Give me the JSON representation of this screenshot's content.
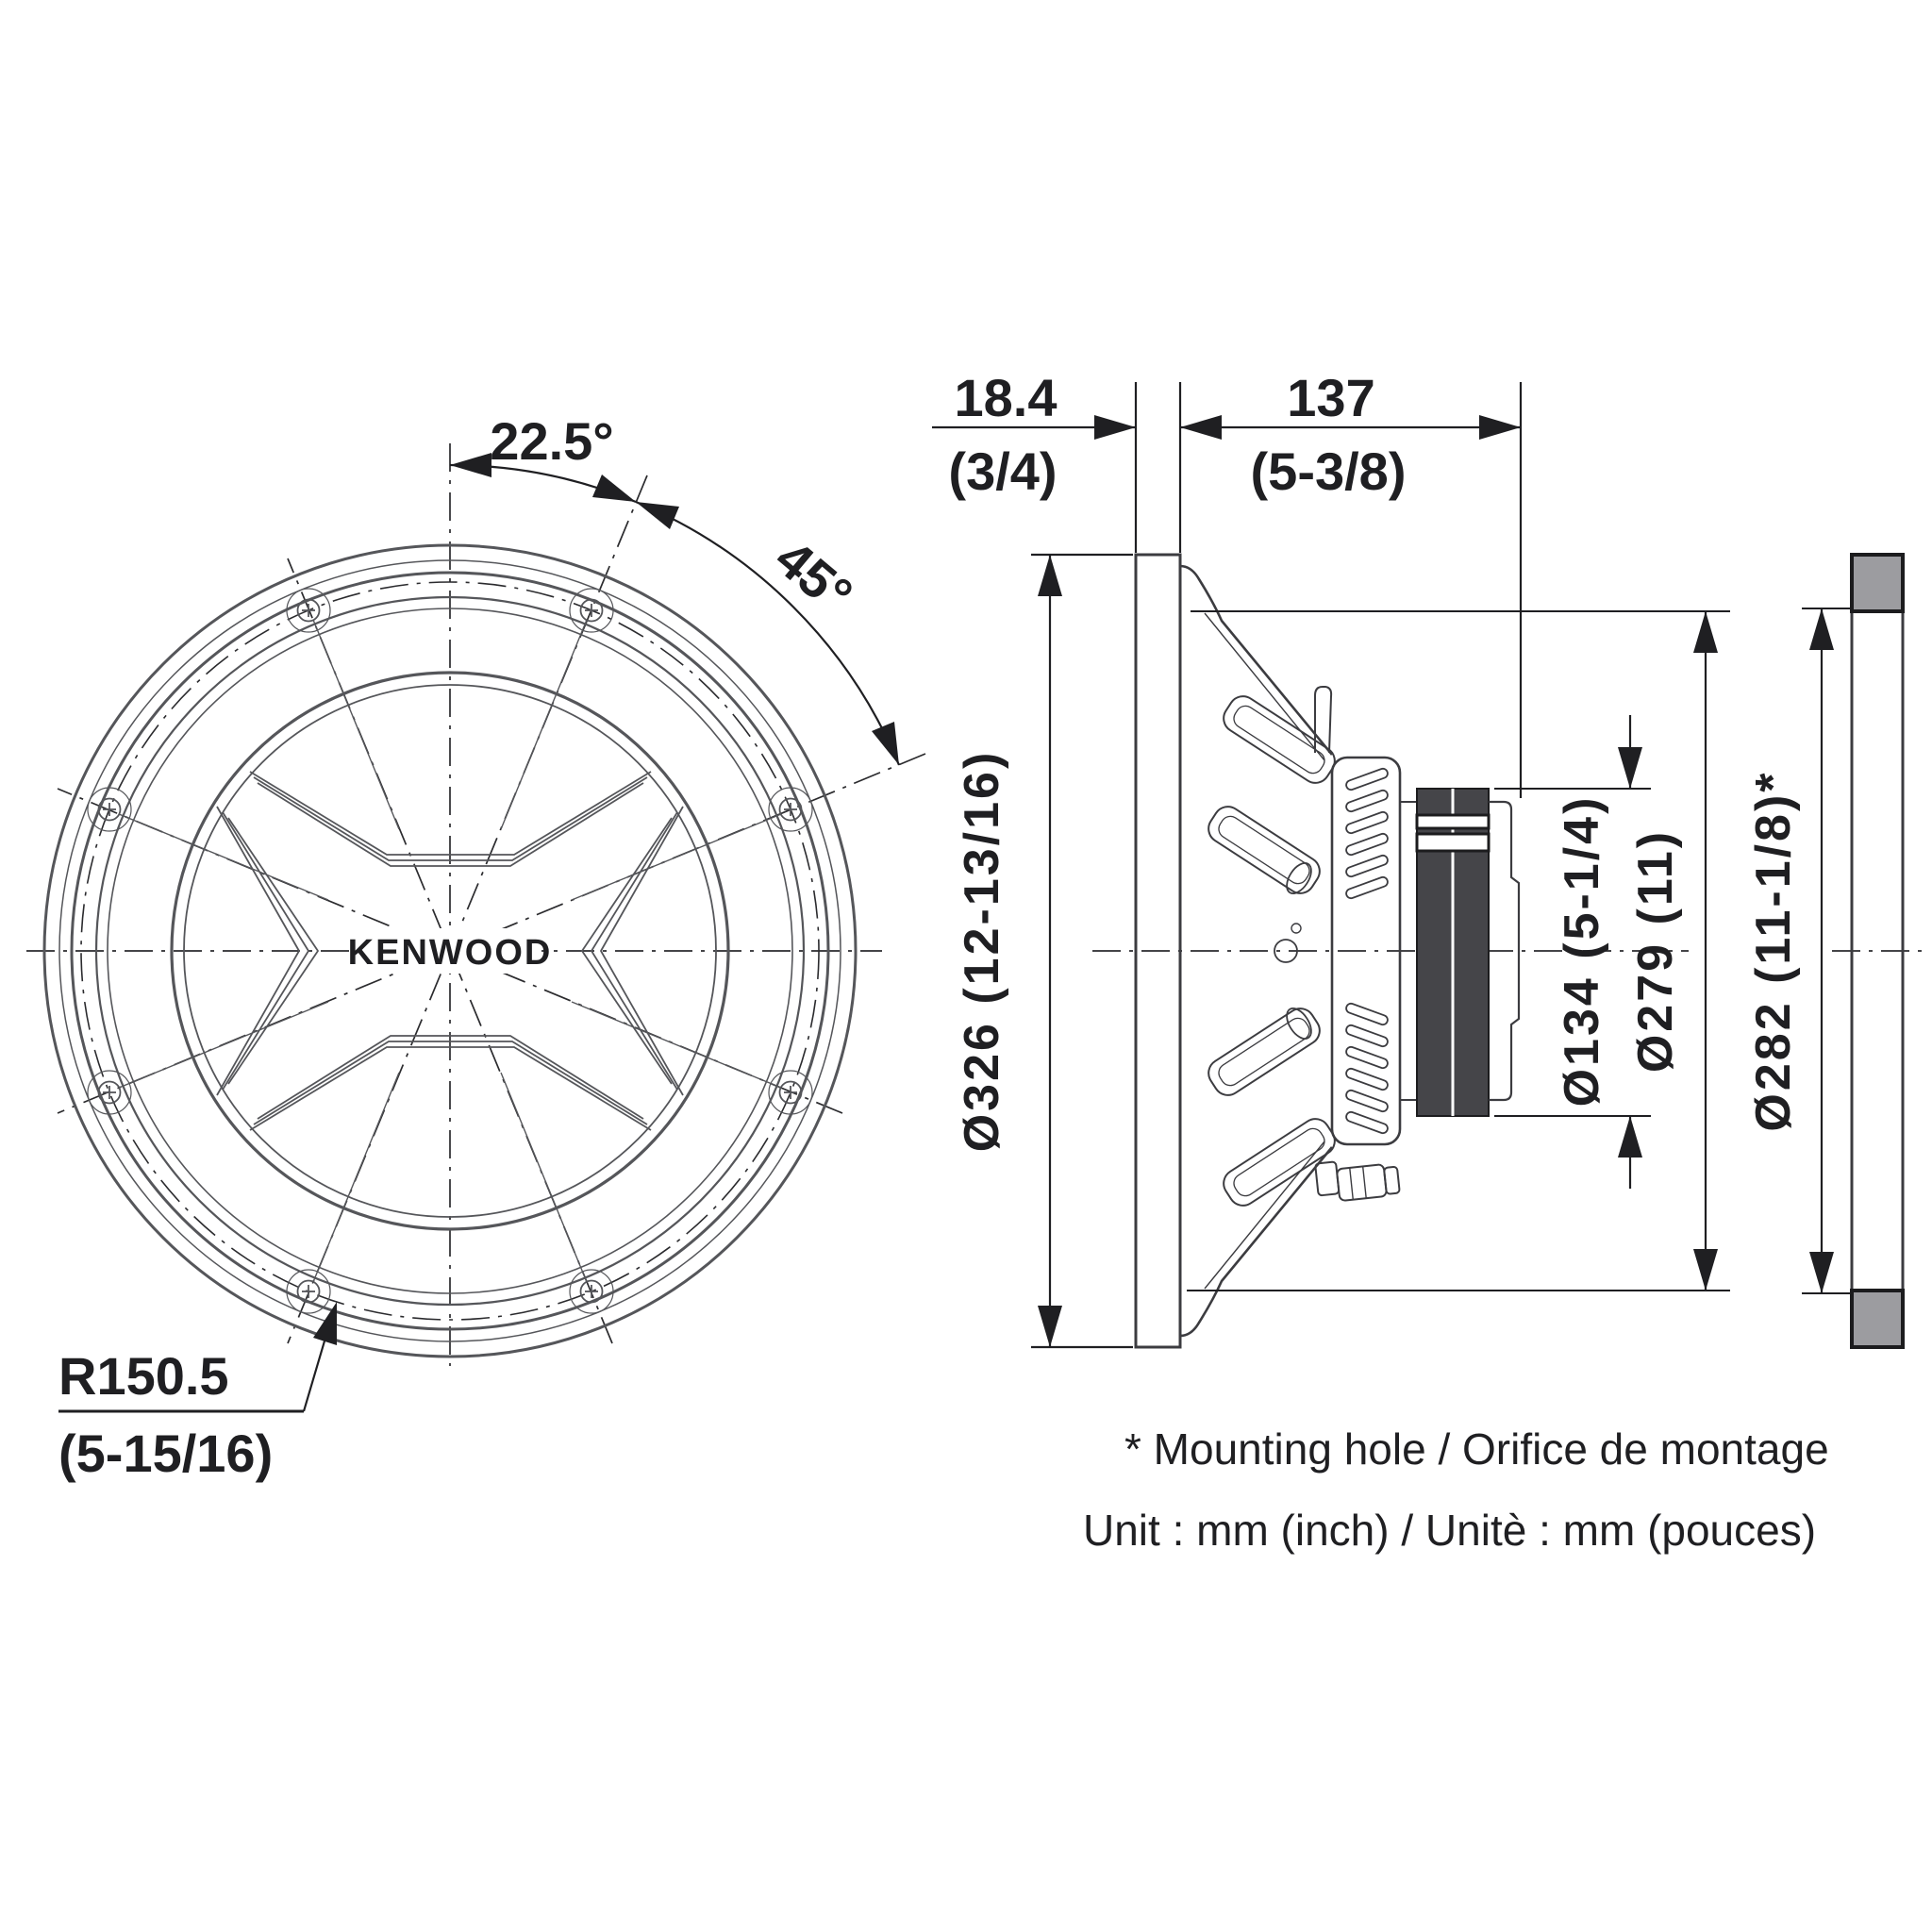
{
  "drawing": {
    "type": "speaker-dimensional-diagram",
    "views": [
      "front-view",
      "side-section-view",
      "mounting-hole-section-view"
    ]
  },
  "front_view": {
    "brand": "KENWOOD",
    "bolt_angle_small": "22.5°",
    "bolt_angle_large": "45°",
    "corner_radius_mm": "R150.5",
    "corner_radius_inch": "(5-15/16)",
    "bolt_count": 8
  },
  "side_view": {
    "flange_depth_mm": "18.4",
    "flange_depth_inch": "(3/4)",
    "mounting_depth_mm": "137",
    "mounting_depth_inch": "(5-3/8)",
    "outer_diameter": "Ø326 (12-13/16)",
    "magnet_diameter": "Ø134 (5-1/4)",
    "frame_diameter": "Ø279 (11)"
  },
  "mounting_view": {
    "hole_diameter": "Ø282 (11-1/8)*"
  },
  "footnotes": {
    "mounting_hole": "* Mounting hole / Orifice de montage",
    "units": "Unit : mm (inch) / Unitè : mm (pouces)"
  },
  "colors": {
    "background": "#ffffff",
    "ink": "#1f1f22",
    "drawing_line": "#55565a",
    "magnet_fill": "#454549",
    "panel_fill": "#9c9ca0"
  }
}
